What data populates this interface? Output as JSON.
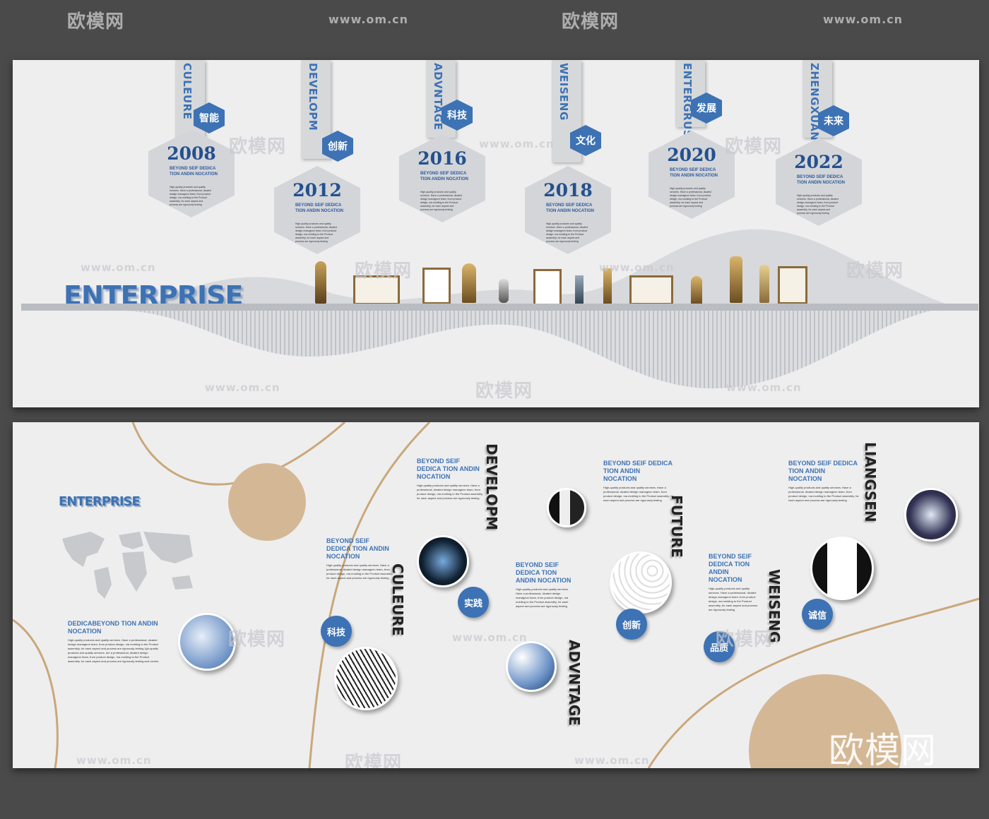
{
  "watermarks": {
    "site": "www.om.cn",
    "logo": "欧模网"
  },
  "top_panel": {
    "cards": [
      {
        "strap": "CULEURE",
        "badge": "智能",
        "year": "2008"
      },
      {
        "strap": "DEVELOPM",
        "badge": "创新",
        "year": "2012"
      },
      {
        "strap": "ADVNTAGE",
        "badge": "科技",
        "year": "2016"
      },
      {
        "strap": "WEISENG",
        "badge": "文化",
        "year": "2018"
      },
      {
        "strap": "ENTERGRUSE",
        "badge": "发展",
        "year": "2020"
      },
      {
        "strap": "ZHENGXUAN",
        "badge": "未来",
        "year": "2022"
      }
    ],
    "card_sub": "BEYOND SEIF DEDICA TION ANDIN NOCATION",
    "card_body": "High-quality products and quality services. Have a professional, dicated design manageon team, from product design, ma molding to the Product assembly, for each aspect and process are rigorously testing",
    "enterprise": "ENTERPRISE"
  },
  "bottom_panel": {
    "enterprise": "ENTERPRISE",
    "left_block": {
      "heading": "DEDICABEYOND TION ANDIN NOCATION",
      "body": "High-quality products and quality services. Have a professional, dicated design manageon team, from product design, ma molding to the Product assembly, for each aspect and process are rigorously testing Jgh-quality products and quality services. are a professional, dicated design manageon team, from product design, ma molding to the Product assembly, for each aspect and process are rigorously testing and control."
    },
    "text_heading": "BEYOND SEIF DEDICA TION ANDIN NOCATION",
    "text_body": "High-quality products and quality services. Have a professional, dicated design manageon team, from product design, ma molding to the Product assembly, for each aspect and process are rigorously testing",
    "words": {
      "culeure": "CULEURE",
      "developm": "DEVELOPM",
      "advntage": "ADVNTAGE",
      "future": "FUTURE",
      "weiseng": "WEISENG",
      "liangsen": "LIANGSEN"
    },
    "badges": {
      "keji": "科技",
      "shijian": "实践",
      "chuangxin": "创新",
      "pinzhi": "品质",
      "chengxin": "诚信"
    }
  },
  "colors": {
    "background": "#4a4a4a",
    "panel": "#eeeeef",
    "accent_blue": "#3d72b4",
    "tan": "#d4b896"
  }
}
